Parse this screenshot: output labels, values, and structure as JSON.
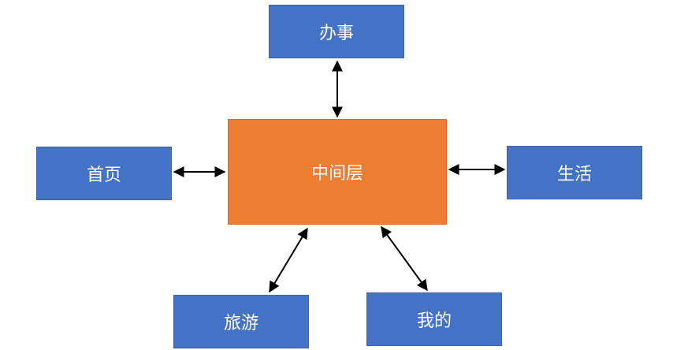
{
  "nodes": {
    "center": {
      "label": "中间层"
    },
    "top": {
      "label": "办事"
    },
    "left": {
      "label": "首页"
    },
    "right": {
      "label": "生活"
    },
    "bottom_left": {
      "label": "旅游"
    },
    "bottom_right": {
      "label": "我的"
    }
  },
  "colors": {
    "node_blue": "#4472c4",
    "node_orange": "#ed7d31",
    "arrow": "#000000",
    "text": "#ffffff"
  }
}
